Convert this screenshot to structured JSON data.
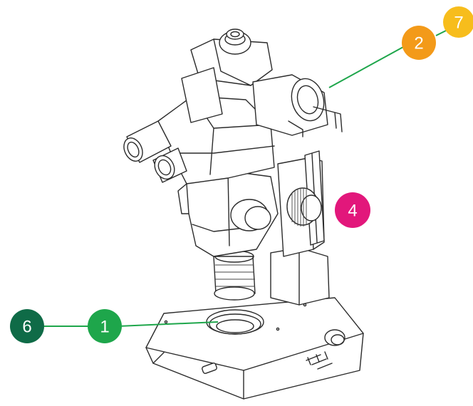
{
  "illustration": {
    "subject_icon": "stereo-microscope-line-drawing"
  },
  "colors": {
    "line": "#2b2b2b",
    "callout_green": "#1ea64b",
    "callout_dark_green": "#0f6b47",
    "callout_orange": "#f39a19",
    "callout_yellow": "#f7bd1c",
    "callout_magenta": "#e2177b",
    "leader_green": "#1ea64b"
  },
  "callouts": [
    {
      "id": "c1",
      "label": "1",
      "color": "#1ea64b"
    },
    {
      "id": "c2",
      "label": "2",
      "color": "#f39a19"
    },
    {
      "id": "c4",
      "label": "4",
      "color": "#e2177b"
    },
    {
      "id": "c6",
      "label": "6",
      "color": "#0f6b47"
    },
    {
      "id": "c7",
      "label": "7",
      "color": "#f7bd1c"
    }
  ]
}
